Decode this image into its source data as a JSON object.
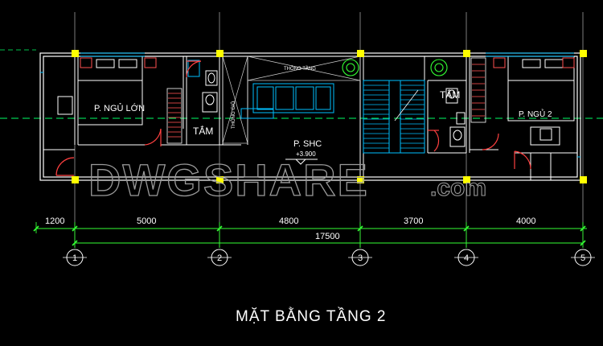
{
  "colors": {
    "background": "#000000",
    "wall": "#ffffff",
    "column": "#ffff00",
    "fixture": "#00bfff",
    "door": "#ff4040",
    "axis_line": "#00ff66",
    "dimension": "#33ff33",
    "furniture": "#ff5050"
  },
  "rooms": {
    "bedroom_master": "P. NGỦ LỚN",
    "bathroom_1": "TẮM",
    "bathroom_2": "TẮM",
    "common_room": "P. SHC",
    "bedroom_2": "P. NGỦ 2",
    "light_well": "THÔNG TẦNG",
    "vent_shaft": "THÔNG GIÓ"
  },
  "level_mark": "+3.900",
  "dimensions": {
    "segments": [
      "1200",
      "5000",
      "4800",
      "3700",
      "4000"
    ],
    "total": "17500"
  },
  "axes": [
    "1",
    "2",
    "3",
    "4",
    "5"
  ],
  "watermark": {
    "main": "DWGSHARE",
    "suffix": ".com"
  },
  "title": "MẶT BẰNG TẦNG 2"
}
